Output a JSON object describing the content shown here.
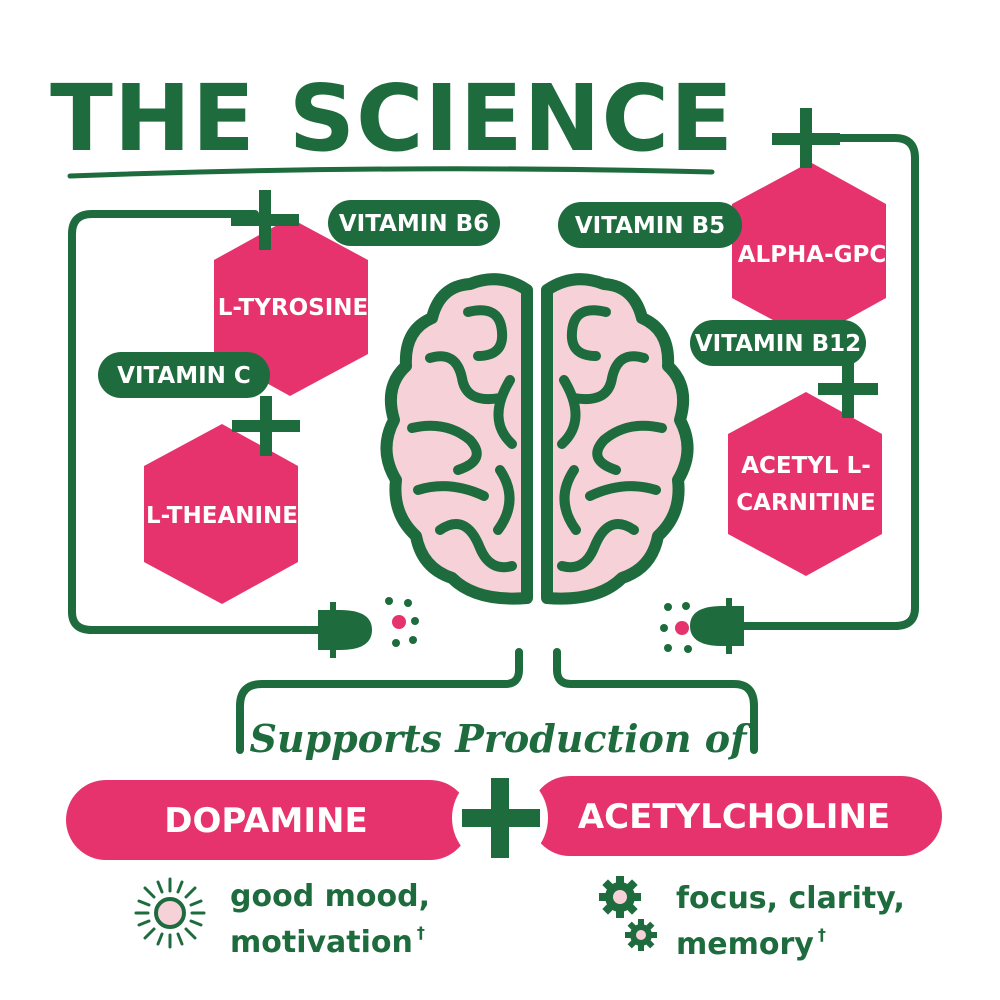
{
  "title": "THE SCIENCE",
  "ingredients": {
    "vitamin_b6": "VITAMIN B6",
    "l_tyrosine": "L-TYROSINE",
    "vitamin_c": "VITAMIN C",
    "l_theanine": "L-THEANINE",
    "vitamin_b5": "VITAMIN B5",
    "alpha_gpc": "ALPHA-GPC",
    "vitamin_b12": "VITAMIN B12",
    "acetyl_l_carnitine_line1": "ACETYL L-",
    "acetyl_l_carnitine_line2": "CARNITINE"
  },
  "supports_text": "Supports Production of",
  "outputs": {
    "dopamine": "DOPAMINE",
    "acetylcholine": "ACETYLCHOLINE"
  },
  "benefits": {
    "left_line1": "good mood,",
    "left_line2": "motivation",
    "right_line1": "focus, clarity,",
    "right_line2": "memory",
    "dagger": "†"
  },
  "colors": {
    "green": "#1e6b3d",
    "pink": "#e6336e",
    "light_pink": "#f6d2d8"
  },
  "icons": [
    "plus-icon",
    "brain-icon",
    "sun-icon",
    "gears-icon",
    "plug-icon"
  ]
}
